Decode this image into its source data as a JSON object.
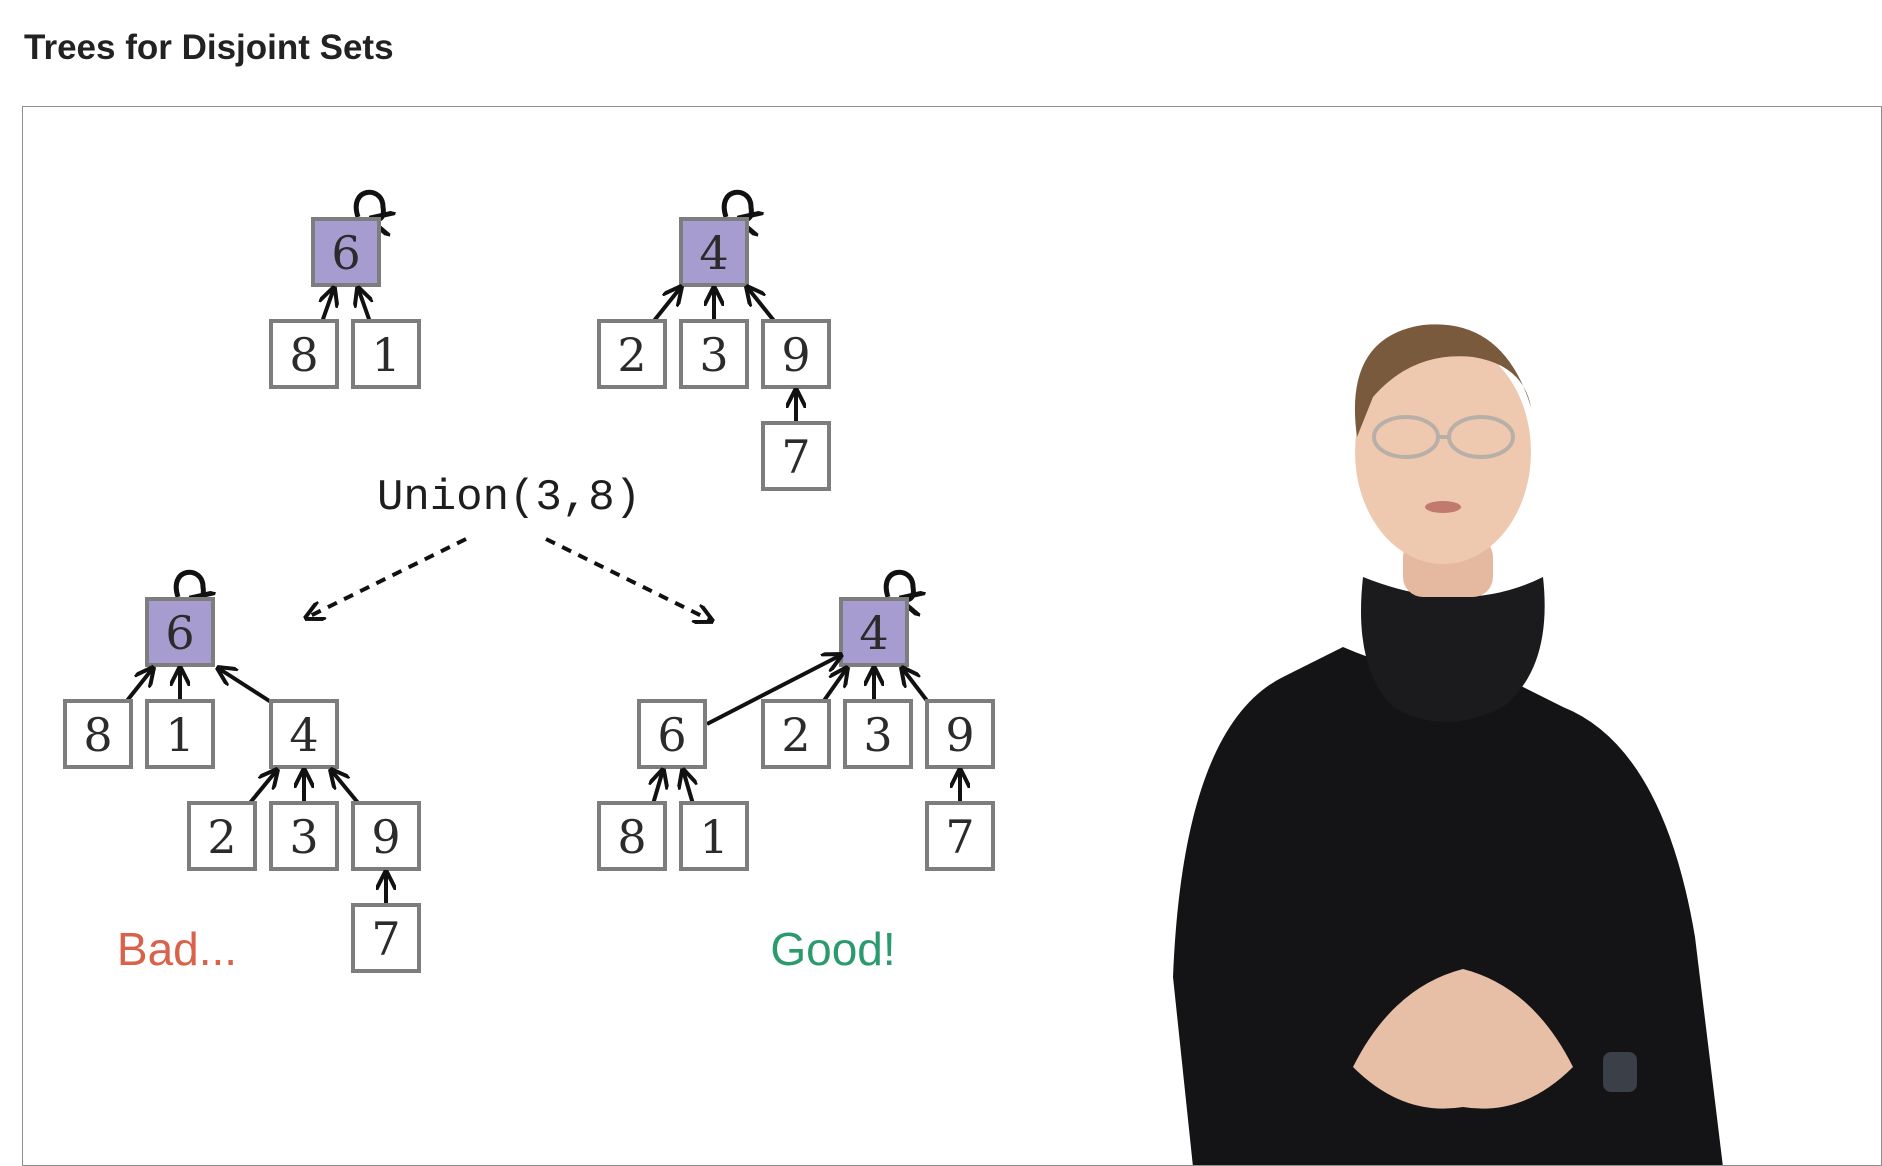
{
  "header": {
    "title": "Trees for Disjoint Sets"
  },
  "colors": {
    "root_fill": "#a79cd0",
    "node_fill": "#ffffff",
    "bad": "#d9624a",
    "good": "#2b9a6c"
  },
  "slide": {
    "trees_before": {
      "left": {
        "root": "6",
        "children": [
          "8",
          "1"
        ]
      },
      "right": {
        "root": "4",
        "children": [
          "2",
          "3",
          "9"
        ],
        "grandchild": "7"
      }
    },
    "operation": "Union(3,8)",
    "bad_result": {
      "root": "6",
      "children": [
        "8",
        "1",
        "4"
      ],
      "grandchildren": [
        "2",
        "3",
        "9"
      ],
      "leaf": "7",
      "label": "Bad..."
    },
    "good_result": {
      "root": "4",
      "children": [
        "6",
        "2",
        "3",
        "9"
      ],
      "grandchildren": [
        "8",
        "1"
      ],
      "leaf": "7",
      "label": "Good!"
    }
  },
  "presenter": {
    "icon": "presenter-figure"
  }
}
